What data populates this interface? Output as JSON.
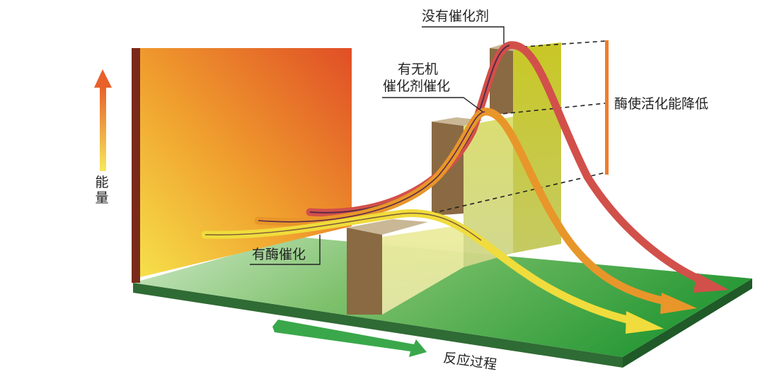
{
  "labels": {
    "energy": "能量",
    "no_catalyst": "没有催化剂",
    "inorganic_line1": "有无机",
    "inorganic_line2": "催化剂催化",
    "enzyme": "有酶催化",
    "lowering": "酶使活化能降低",
    "process": "反应过程"
  },
  "colors": {
    "no_catalyst_curve": "#d2504a",
    "inorganic_curve": "#e8962a",
    "enzyme_curve": "#f0dc3c",
    "floor": "#3f9a45",
    "wall_hot": "#e05a28",
    "wall_warm": "#f5dd4a",
    "bracket": "#f07c2a",
    "process_arrow": "#3aa84a"
  }
}
